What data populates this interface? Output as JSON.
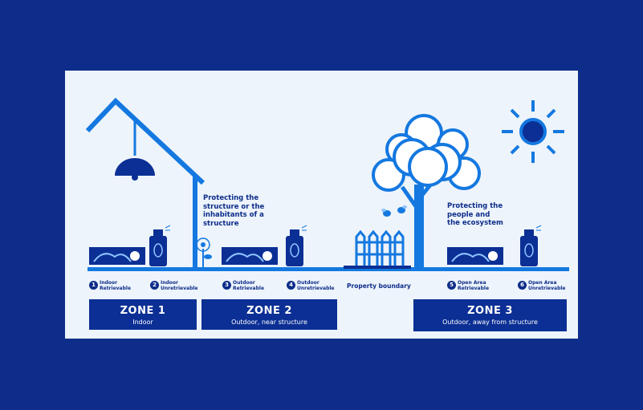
{
  "captions": {
    "structure": "Protecting the structure or the inhabitants of a structure",
    "ecosystem": "Protecting the people and the ecosystem"
  },
  "markers": [
    {
      "num": "1",
      "label": "Indoor Retrievable"
    },
    {
      "num": "2",
      "label": "Indoor Unretrievable"
    },
    {
      "num": "3",
      "label": "Outdoor Retrievable"
    },
    {
      "num": "4",
      "label": "Outdoor Unretrievable"
    },
    {
      "num": "5",
      "label": "Open Area Retrievable"
    },
    {
      "num": "6",
      "label": "Open Area Unretrievable"
    }
  ],
  "property_boundary": "Property boundary",
  "zones": [
    {
      "title": "ZONE 1",
      "subtitle": "Indoor"
    },
    {
      "title": "ZONE 2",
      "subtitle": "Outdoor, near structure"
    },
    {
      "title": "ZONE 3",
      "subtitle": "Outdoor, away from structure"
    }
  ],
  "colors": {
    "background": "#0e2d8a",
    "panel": "#edf4fb",
    "accent": "#1478e0",
    "navy": "#0b2f94"
  },
  "icons": [
    "lamp-icon",
    "house-roof-icon",
    "trap-box-icon",
    "spray-can-icon",
    "flower-icon",
    "tree-icon",
    "fence-icon",
    "mosquito-icon",
    "sun-icon"
  ]
}
